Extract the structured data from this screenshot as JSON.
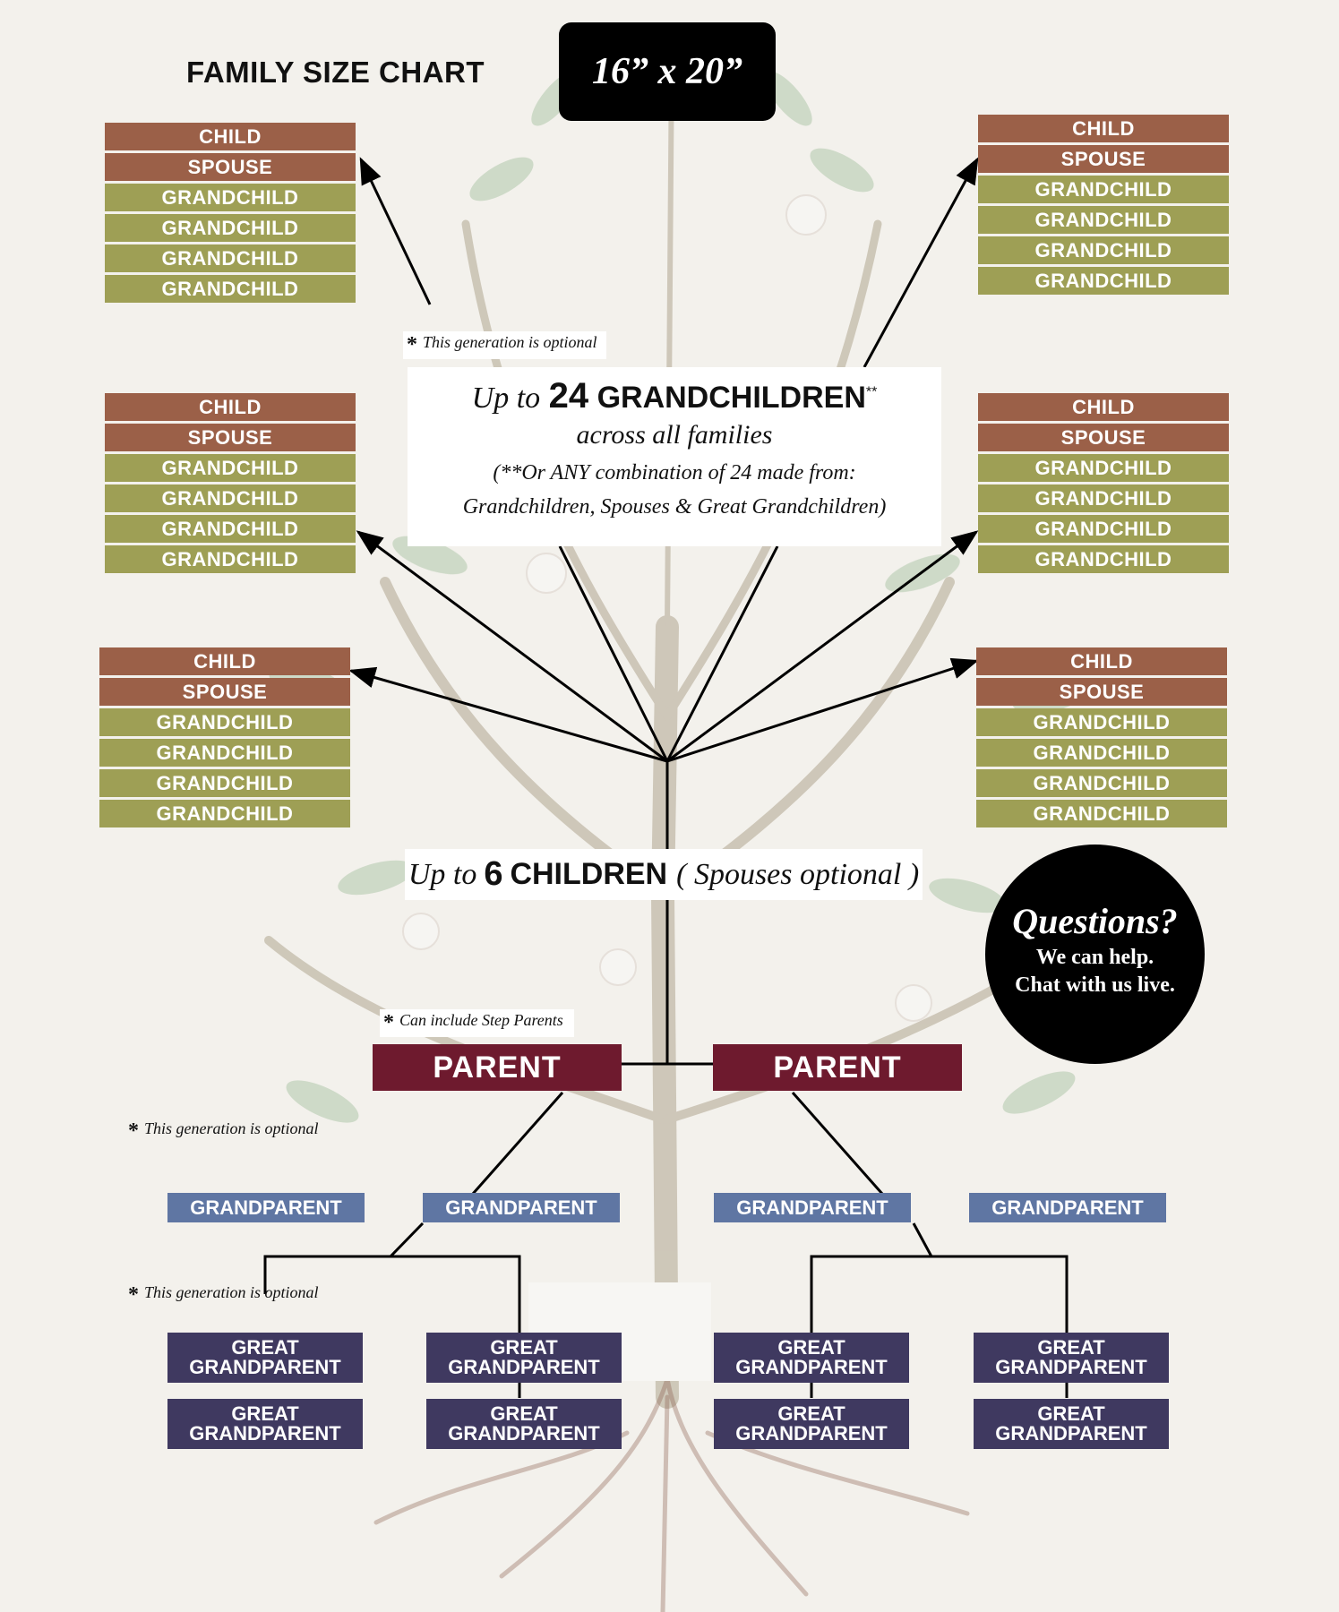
{
  "title": "FAMILY SIZE CHART",
  "size_label": "16” x 20”",
  "colors": {
    "child": "#9b6048",
    "grandchild": "#9e9f55",
    "parent": "#6e1a2e",
    "grandparent": "#5f76a3",
    "great_grandparent": "#3f3960"
  },
  "families": [
    {
      "rows": [
        "CHILD",
        "SPOUSE",
        "GRANDCHILD",
        "GRANDCHILD",
        "GRANDCHILD",
        "GRANDCHILD"
      ]
    },
    {
      "rows": [
        "CHILD",
        "SPOUSE",
        "GRANDCHILD",
        "GRANDCHILD",
        "GRANDCHILD",
        "GRANDCHILD"
      ]
    },
    {
      "rows": [
        "CHILD",
        "SPOUSE",
        "GRANDCHILD",
        "GRANDCHILD",
        "GRANDCHILD",
        "GRANDCHILD"
      ]
    },
    {
      "rows": [
        "CHILD",
        "SPOUSE",
        "GRANDCHILD",
        "GRANDCHILD",
        "GRANDCHILD",
        "GRANDCHILD"
      ]
    },
    {
      "rows": [
        "CHILD",
        "SPOUSE",
        "GRANDCHILD",
        "GRANDCHILD",
        "GRANDCHILD",
        "GRANDCHILD"
      ]
    },
    {
      "rows": [
        "CHILD",
        "SPOUSE",
        "GRANDCHILD",
        "GRANDCHILD",
        "GRANDCHILD",
        "GRANDCHILD"
      ]
    }
  ],
  "notes": {
    "optional_top": "This generation is optional",
    "step_parents": "Can include Step Parents",
    "optional_grandparents": "This generation is optional",
    "optional_great": "This generation is optional",
    "star": "*"
  },
  "grandchildren_box": {
    "up_to": "Up to",
    "count": "24",
    "label": "GRANDCHILDREN",
    "mark": "**",
    "sub": "across all families",
    "note_line1": "(**Or ANY combination of  24 made from:",
    "note_line2": "Grandchildren, Spouses & Great Grandchildren)"
  },
  "children_box": {
    "up_to": "Up to",
    "count": "6",
    "label": "CHILDREN",
    "note": "( Spouses optional )"
  },
  "help": {
    "title": "Questions?",
    "line1": "We can help.",
    "line2": "Chat with us live."
  },
  "parents": [
    "PARENT",
    "PARENT"
  ],
  "grandparents": [
    "GRANDPARENT",
    "GRANDPARENT",
    "GRANDPARENT",
    "GRANDPARENT"
  ],
  "great_grandparents": [
    {
      "line1": "GREAT",
      "line2": "GRANDPARENT"
    },
    {
      "line1": "GREAT",
      "line2": "GRANDPARENT"
    },
    {
      "line1": "GREAT",
      "line2": "GRANDPARENT"
    },
    {
      "line1": "GREAT",
      "line2": "GRANDPARENT"
    },
    {
      "line1": "GREAT",
      "line2": "GRANDPARENT"
    },
    {
      "line1": "GREAT",
      "line2": "GRANDPARENT"
    },
    {
      "line1": "GREAT",
      "line2": "GRANDPARENT"
    },
    {
      "line1": "GREAT",
      "line2": "GRANDPARENT"
    }
  ]
}
